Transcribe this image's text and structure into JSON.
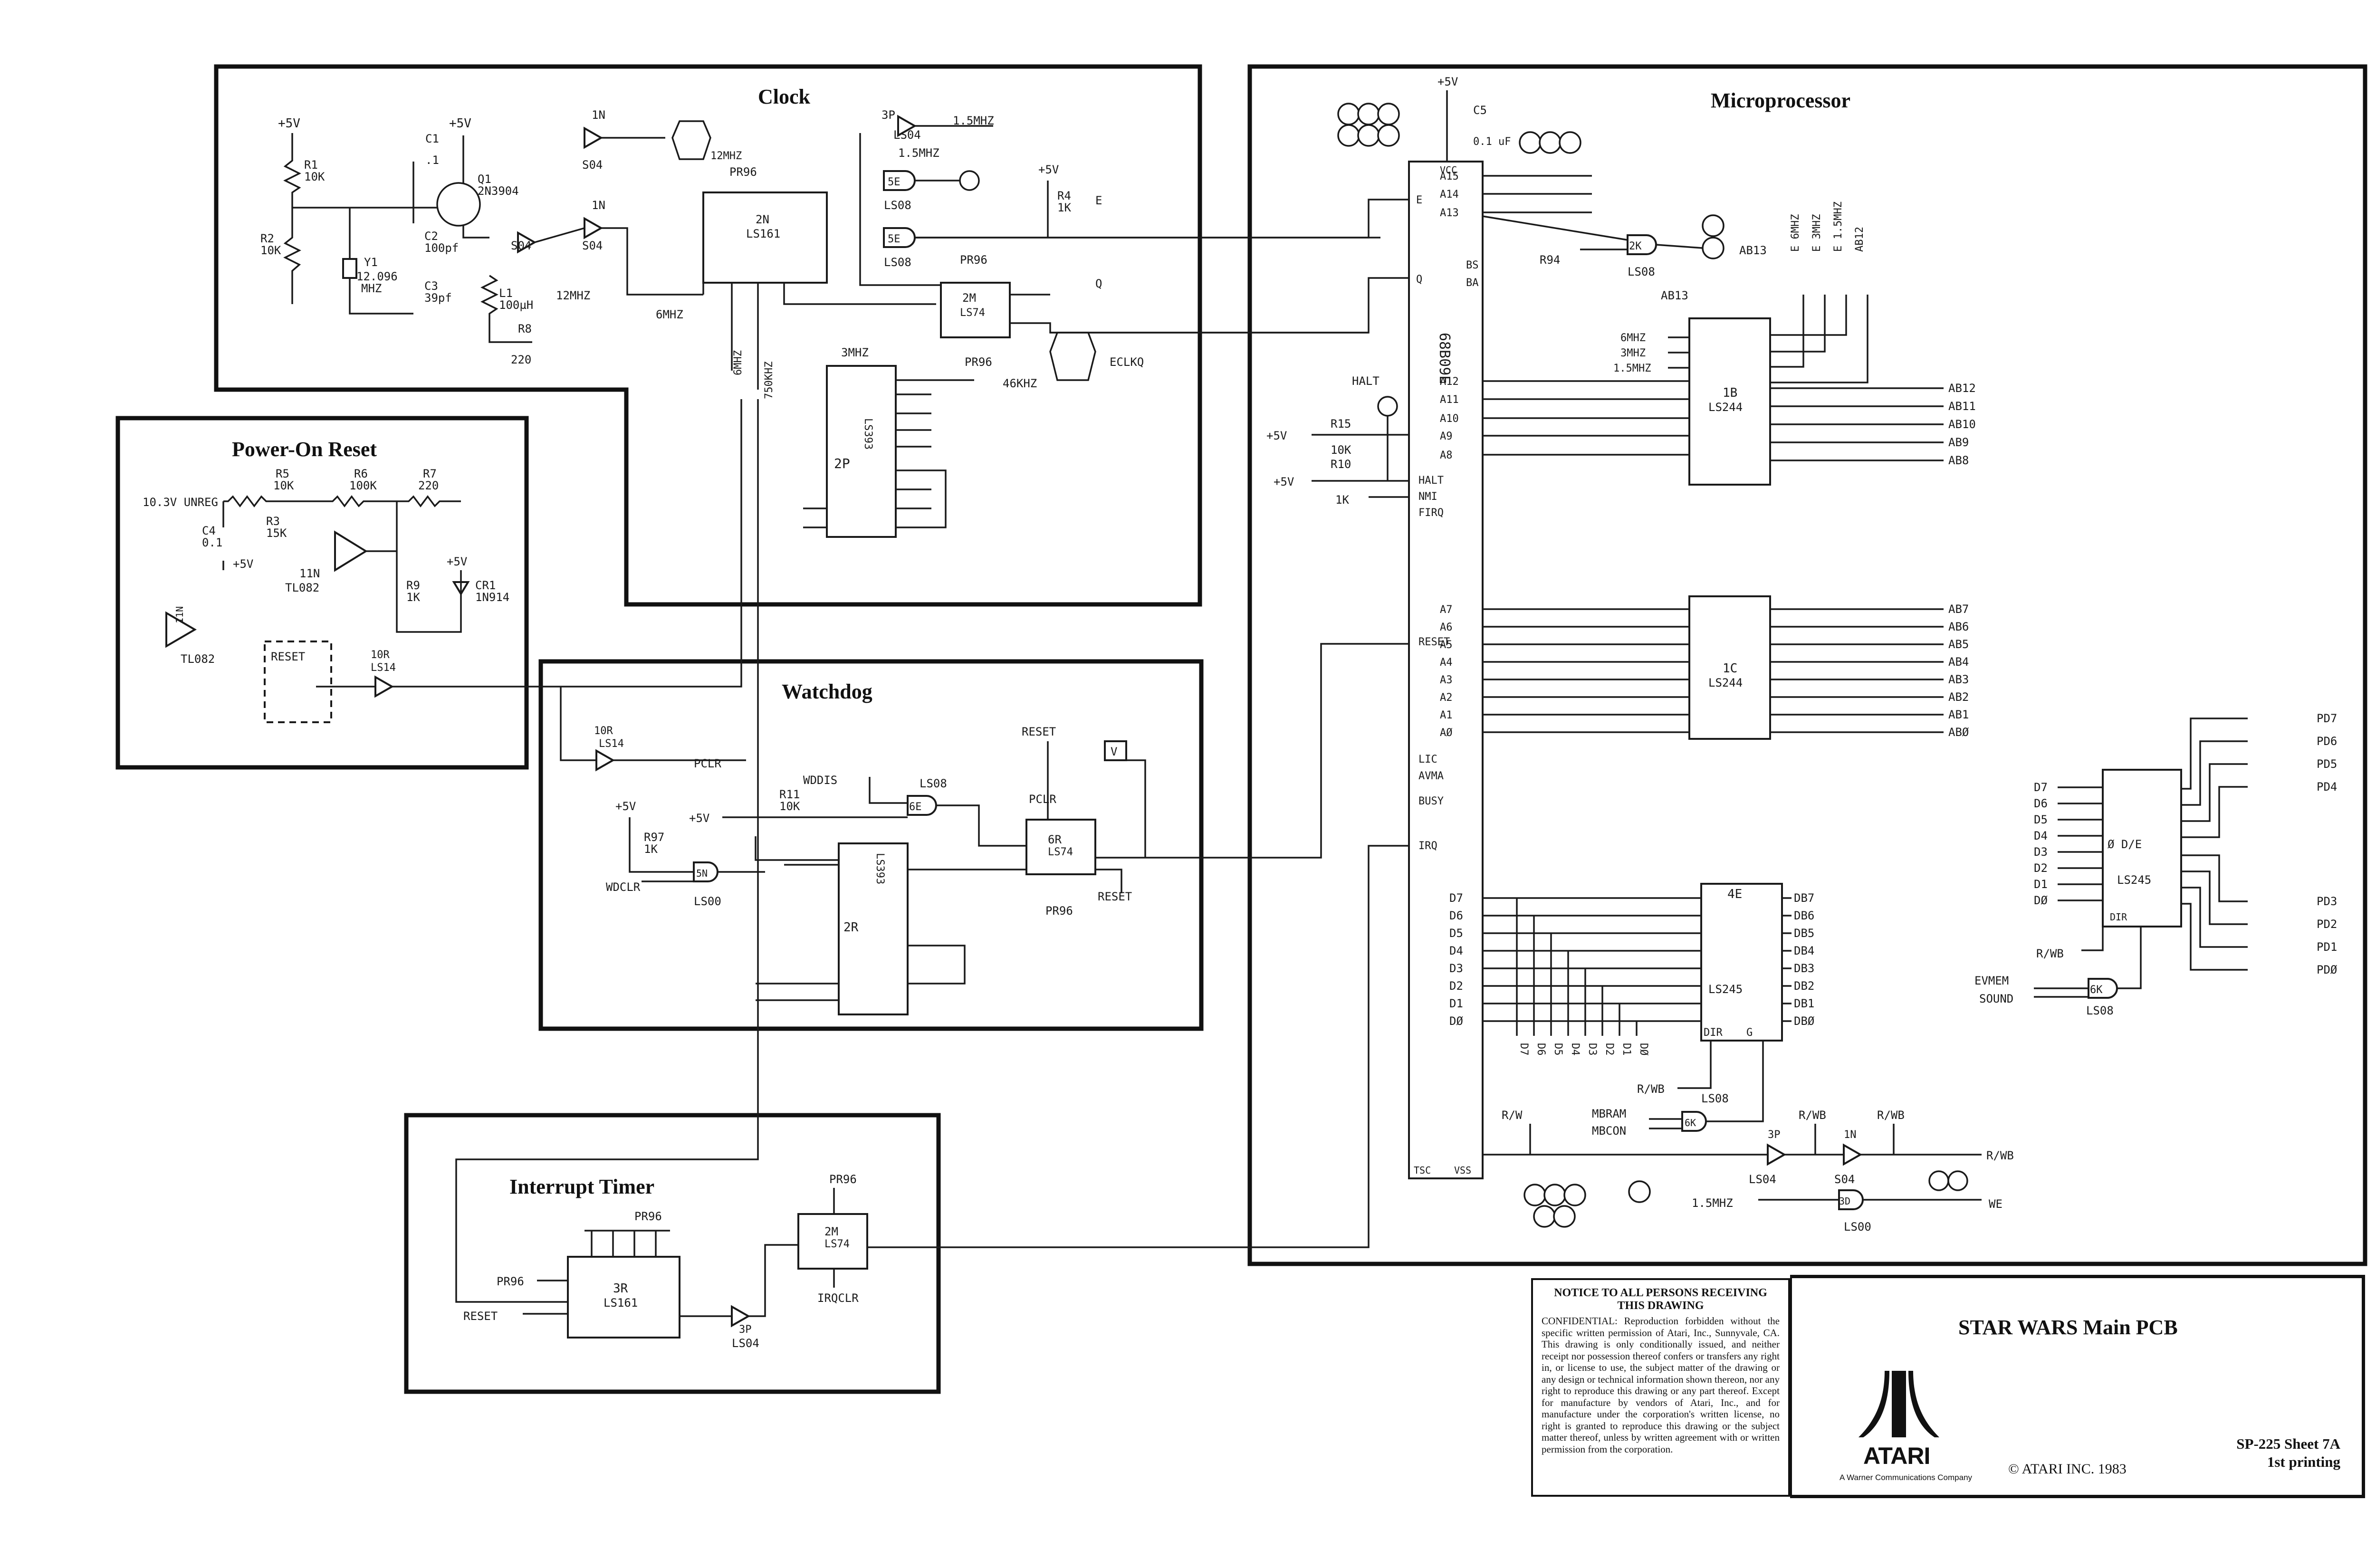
{
  "sections": {
    "clock": "Clock",
    "microprocessor": "Microprocessor",
    "power_on_reset": "Power-On Reset",
    "watchdog": "Watchdog",
    "interrupt_timer": "Interrupt Timer"
  },
  "labels": {
    "r1": "R1",
    "r1_val": "10K",
    "r2": "R2",
    "r2_val": "10K",
    "c1": "C1",
    "c1_val": ".1",
    "c2": "C2",
    "c2_val": "100pf",
    "c3": "C3",
    "c3_val": "39pf",
    "q1": "Q1",
    "q1_val": "2N3904",
    "y1": "Y1",
    "y1_val": "12.096",
    "mhz": "MHZ",
    "l1": "L1",
    "l1_val": "100µH",
    "r8": "R8",
    "r8_val": "220",
    "plus5v": "+5V",
    "s04": "S04",
    "in_loc": "1N",
    "mhz12": "12MHZ",
    "mhz6": "6MHZ",
    "mhz3": "3MHZ",
    "khz750": "750KHZ",
    "mhz15": "1.5MHZ",
    "ls161": "LS161",
    "chip_2n": "2N",
    "chip_2m": "2M",
    "ls74": "LS74",
    "pr96": "PR96",
    "ls04": "LS04",
    "chip_3p": "3P",
    "ls08": "LS08",
    "chip_5e": "5E",
    "r4": "R4",
    "r4_val": "1K",
    "sig_e": "E",
    "sig_q": "Q",
    "eclkq": "ECLKQ",
    "ls393": "LS393",
    "chip_2p": "2P",
    "khz46": "46KHZ",
    "cpu": "68B09E",
    "vcc": "VCC",
    "vss": "VSS",
    "tsc": "TSC",
    "c5": "C5",
    "c5_val": "0.1 uF",
    "halt": "HALT",
    "nmi": "NMI",
    "firq": "FIRQ",
    "irq": "IRQ",
    "reset_pin": "RESET",
    "lic": "LIC",
    "avma": "AVMA",
    "busy": "BUSY",
    "ba": "BA",
    "bs": "BS",
    "r15": "R15",
    "r15_val": "10K",
    "r10": "R10",
    "r10_val": "1K",
    "ls244": "LS244",
    "chip_1b": "1B",
    "chip_1c": "1C",
    "ls245": "LS245",
    "chip_4e": "4E",
    "chip_6k": "6K",
    "r94": "R94",
    "chip_2k": "2K",
    "ab13": "AB13",
    "dir": "DIR",
    "g_bar": "G",
    "r_wb": "R/WB",
    "r_w": "R/W",
    "mbram": "MBRAM",
    "mbcon": "MBCON",
    "evmem": "EVMEM",
    "sound": "SOUND",
    "we": "WE",
    "phi_de": "Ø D/E",
    "unreg": "10.3V UNREG",
    "c4": "C4",
    "c4_val": "0.1",
    "r5": "R5",
    "r5_val": "10K",
    "r6": "R6",
    "r6_val": "100K",
    "r7": "R7",
    "r7_val": "220",
    "r9": "R9",
    "r9_val": "1K",
    "r3": "R3",
    "r3_val": "15K",
    "tl082": "TL082",
    "chip_11n": "11N",
    "cr1": "CR1",
    "cr1_val": "1N914",
    "reset_switch": "RESET",
    "chip_10r": "10R",
    "ls14": "LS14",
    "pclr": "PCLR",
    "wddis": "WDDIS",
    "wdclr": "WDCLR",
    "reset": "RESET",
    "ls00": "LS00",
    "r11": "R11",
    "r11_val": "10K",
    "r97": "R97",
    "r97_val": "1K",
    "chip_6e": "6E",
    "chip_6r": "6R",
    "chip_2r": "2R",
    "chip_3r": "3R",
    "chip_5n": "5N",
    "chip_3d": "3D",
    "irqclr": "IRQCLR",
    "v_box": "V"
  },
  "address_signals": [
    "A15",
    "A14",
    "A13",
    "A12",
    "A11",
    "A10",
    "A9",
    "A8",
    "A7",
    "A6",
    "A5",
    "A4",
    "A3",
    "A2",
    "A1",
    "AØ"
  ],
  "high_addr_bus": [
    "AB12",
    "AB11",
    "AB10",
    "AB9",
    "AB8"
  ],
  "low_addr_bus": [
    "AB7",
    "AB6",
    "AB5",
    "AB4",
    "AB3",
    "AB2",
    "AB1",
    "ABØ"
  ],
  "data_signals": [
    "D7",
    "D6",
    "D5",
    "D4",
    "D3",
    "D2",
    "D1",
    "DØ"
  ],
  "data_bus": [
    "DB7",
    "DB6",
    "DB5",
    "DB4",
    "DB3",
    "DB2",
    "DB1",
    "DBØ"
  ],
  "pd_upper": [
    "PD7",
    "PD6",
    "PD5",
    "PD4"
  ],
  "pd_lower": [
    "PD3",
    "PD2",
    "PD1",
    "PDØ"
  ],
  "clock_outs": [
    "E 6MHZ",
    "E 3MHZ",
    "E 1.5MHZ",
    "AB12"
  ],
  "notice": {
    "heading": "NOTICE TO ALL PERSONS RECEIVING THIS DRAWING",
    "text": "CONFIDENTIAL: Reproduction forbidden without the specific written permission of Atari, Inc., Sunnyvale, CA. This drawing is only conditionally issued, and neither receipt nor possession thereof confers or transfers any right in, or license to use, the subject matter of the drawing or any design or technical information shown thereon, nor any right to reproduce this drawing or any part thereof. Except for manufacture by vendors of Atari, Inc., and for manufacture under the corporation's written license, no right is granted to reproduce this drawing or the subject matter thereof, unless by written agreement with or written permission from the corporation."
  },
  "title_block": {
    "title": "STAR WARS Main PCB",
    "brand": "ATARI",
    "brand_sub": "A Warner Communications Company",
    "copyright": "© ATARI INC. 1983",
    "sheet": "SP-225   Sheet 7A",
    "printing": "1st printing"
  }
}
